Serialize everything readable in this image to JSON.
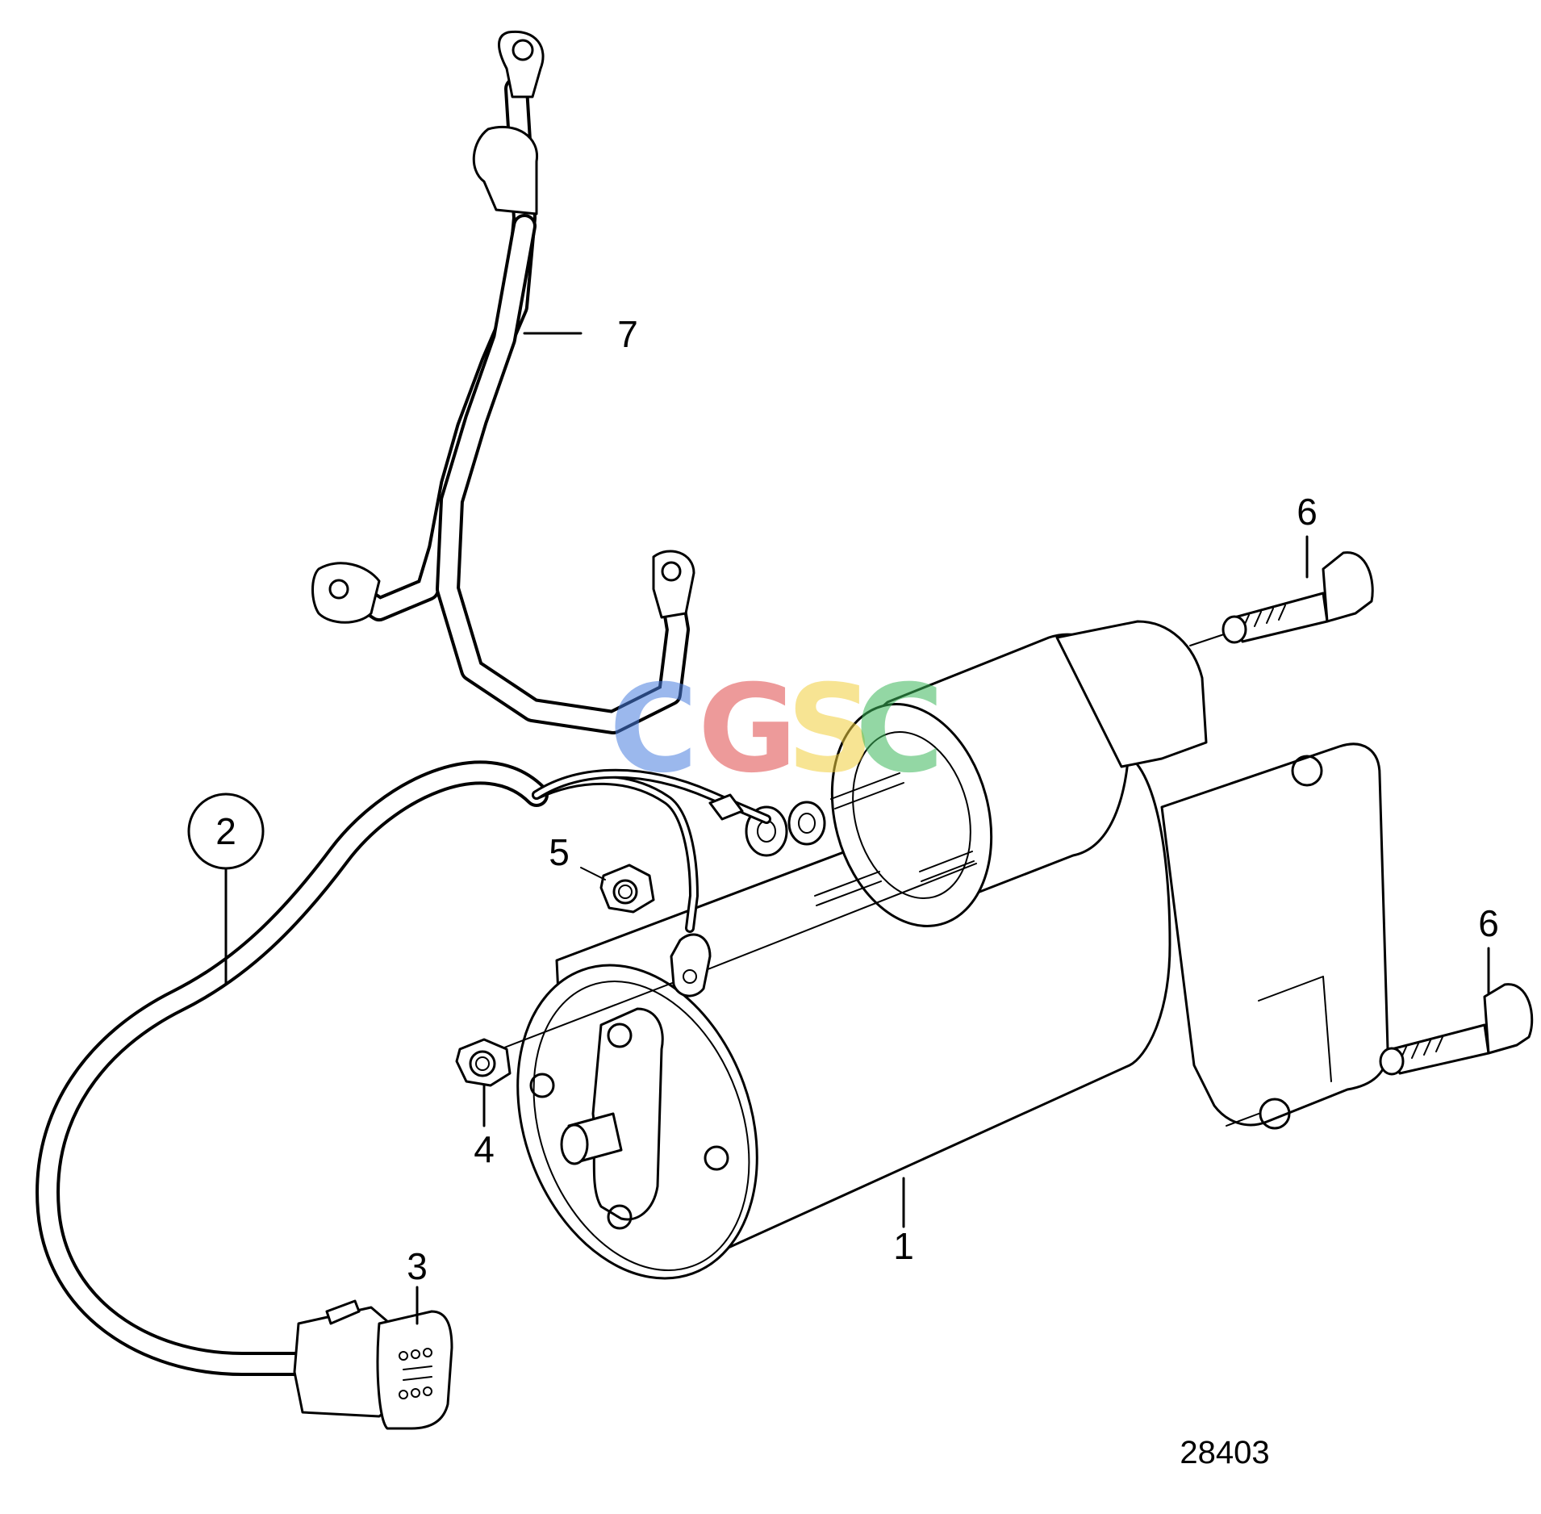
{
  "callouts": [
    {
      "id": "1",
      "text": "1"
    },
    {
      "id": "2",
      "text": "2"
    },
    {
      "id": "3",
      "text": "3"
    },
    {
      "id": "4",
      "text": "4"
    },
    {
      "id": "5",
      "text": "5"
    },
    {
      "id": "6a",
      "text": "6"
    },
    {
      "id": "6b",
      "text": "6"
    },
    {
      "id": "7",
      "text": "7"
    }
  ],
  "figure_number": "28403",
  "watermark": {
    "letters": [
      "C",
      "G",
      "S",
      "C"
    ],
    "colors": [
      "#4a7fe0",
      "#e04848",
      "#f2cf3c",
      "#3cb85a"
    ]
  }
}
